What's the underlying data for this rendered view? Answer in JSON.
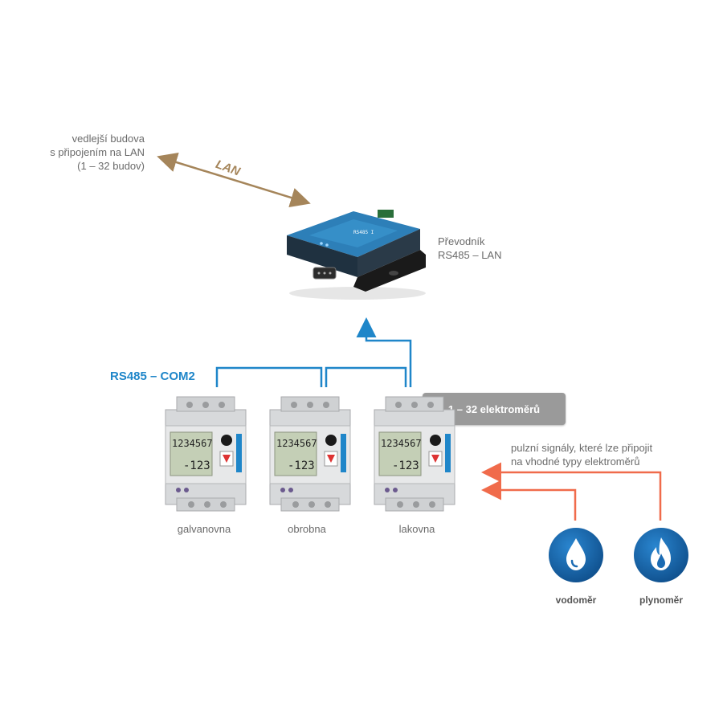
{
  "lan_link": {
    "label": "LAN",
    "target_text": "vedlejší budova\ns připojením na LAN\n(1 – 32 budov)",
    "color": "#a5855a"
  },
  "converter": {
    "label": "Převodník\nRS485 – LAN",
    "device_text": "RS485 I"
  },
  "bus": {
    "label": "RS485 – COM2",
    "color": "#1f86c9"
  },
  "meter_count": {
    "label": "1 – 32 elektroměrů"
  },
  "meters": [
    {
      "name": "galvanovna",
      "display_top": "1234567",
      "display_bottom": "-123"
    },
    {
      "name": "obrobna",
      "display_top": "1234567",
      "display_bottom": "-123"
    },
    {
      "name": "lakovna",
      "display_top": "1234567",
      "display_bottom": "-123"
    }
  ],
  "pulse": {
    "label": "pulzní signály, které lze připojit\nna vhodné typy elektroměrů",
    "color": "#f06b4b"
  },
  "sensors": [
    {
      "name": "vodoměr",
      "icon": "water-drop-icon"
    },
    {
      "name": "plynoměr",
      "icon": "gas-flame-icon"
    }
  ],
  "colors": {
    "sensor_blue": "#1b6bb3",
    "device_body": "#1f3140"
  }
}
